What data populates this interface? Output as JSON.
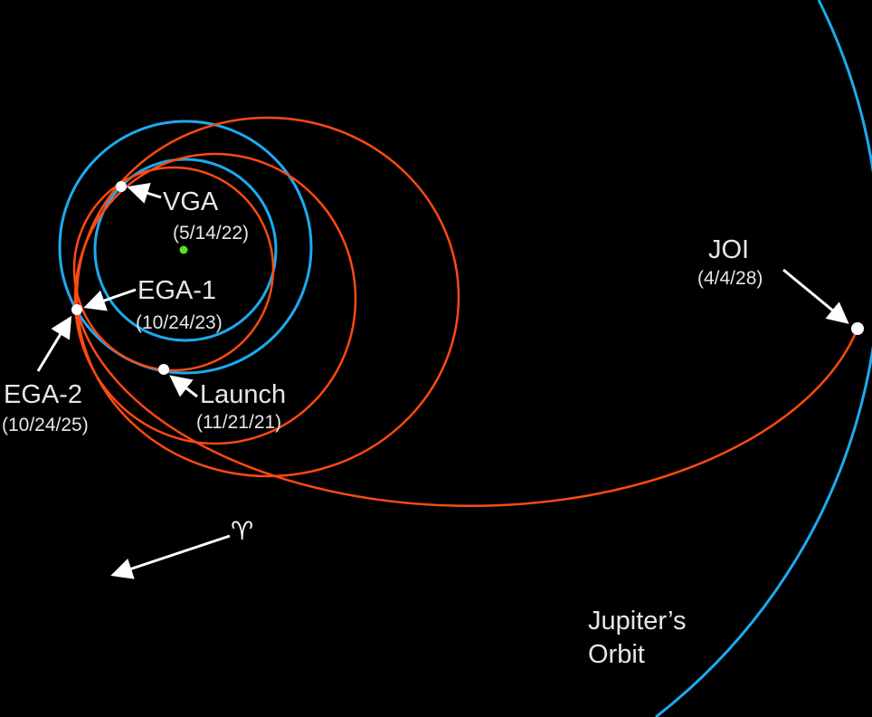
{
  "colors": {
    "planet_orbit": "#1eaaf0",
    "trajectory": "#ff4a12",
    "sun": "#55e020",
    "markers": "#ffffff",
    "background": "#000000"
  },
  "events": [
    {
      "name": "VGA",
      "date": "(5/14/22)"
    },
    {
      "name": "EGA-1",
      "date": "(10/24/23)"
    },
    {
      "name": "EGA-2",
      "date": "(10/24/25)"
    },
    {
      "name": "Launch",
      "date": "(11/21/21)"
    },
    {
      "name": "JOI",
      "date": "(4/4/28)"
    }
  ],
  "jupiter_orbit_label": [
    "Jupiter’s",
    "Orbit"
  ],
  "vernal_equinox_symbol": "♈"
}
